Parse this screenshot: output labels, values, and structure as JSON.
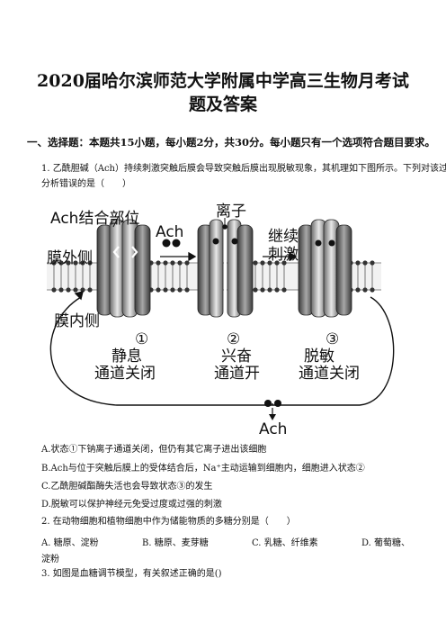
{
  "title_line1": "2020届哈尔滨师范大学附属中学高三生物月考试",
  "title_line2": "题及答案",
  "section_heading": "一、选择题：本题共15小题，每小题2分，共30分。每小题只有一个选项符合题目要求。",
  "q1": {
    "stem_line1": "1. 乙酰胆碱（Ach）持续刺激突触后膜会导致突触后膜出现脱敏现象，其机理如下图所示。下列对该过程的",
    "stem_line2": "分析错误的是（　　）",
    "figure": {
      "label_ach_site": "Ach结合部位",
      "label_ach": "Ach",
      "label_ion": "离子",
      "label_continue": "继续",
      "label_stimulus": "刺激",
      "label_outside": "膜外侧",
      "label_inside": "膜内侧",
      "num1": "①",
      "num2": "②",
      "num3": "③",
      "state1_a": "静息",
      "state1_b": "通道关闭",
      "state2_a": "兴奋",
      "state2_b": "通道开",
      "state3_a": "脱敏",
      "state3_b": "通道关闭",
      "label_ach_bottom": "Ach"
    },
    "options": [
      "A.状态①下钠离子通道关闭，但仍有其它离子进出该细胞",
      "B.Ach与位于突触后膜上的受体结合后，Na⁺主动运输到细胞内，细胞进入状态②",
      "C.乙酰胆碱酯酶失活也会导致状态③的发生",
      "D.脱敏可以保护神经元免受过度或过强的刺激"
    ]
  },
  "q2": {
    "stem": "2. 在动物细胞和植物细胞中作为储能物质的多糖分别是（　　）",
    "options": [
      "A. 糖原、淀粉",
      "B. 糖原、麦芽糖",
      "C. 乳糖、纤维素",
      "D. 葡萄糖、"
    ],
    "option_d_cont": "淀粉"
  },
  "q3": {
    "stem": "3. 如图是血糖调节模型，有关叙述正确的是()"
  }
}
